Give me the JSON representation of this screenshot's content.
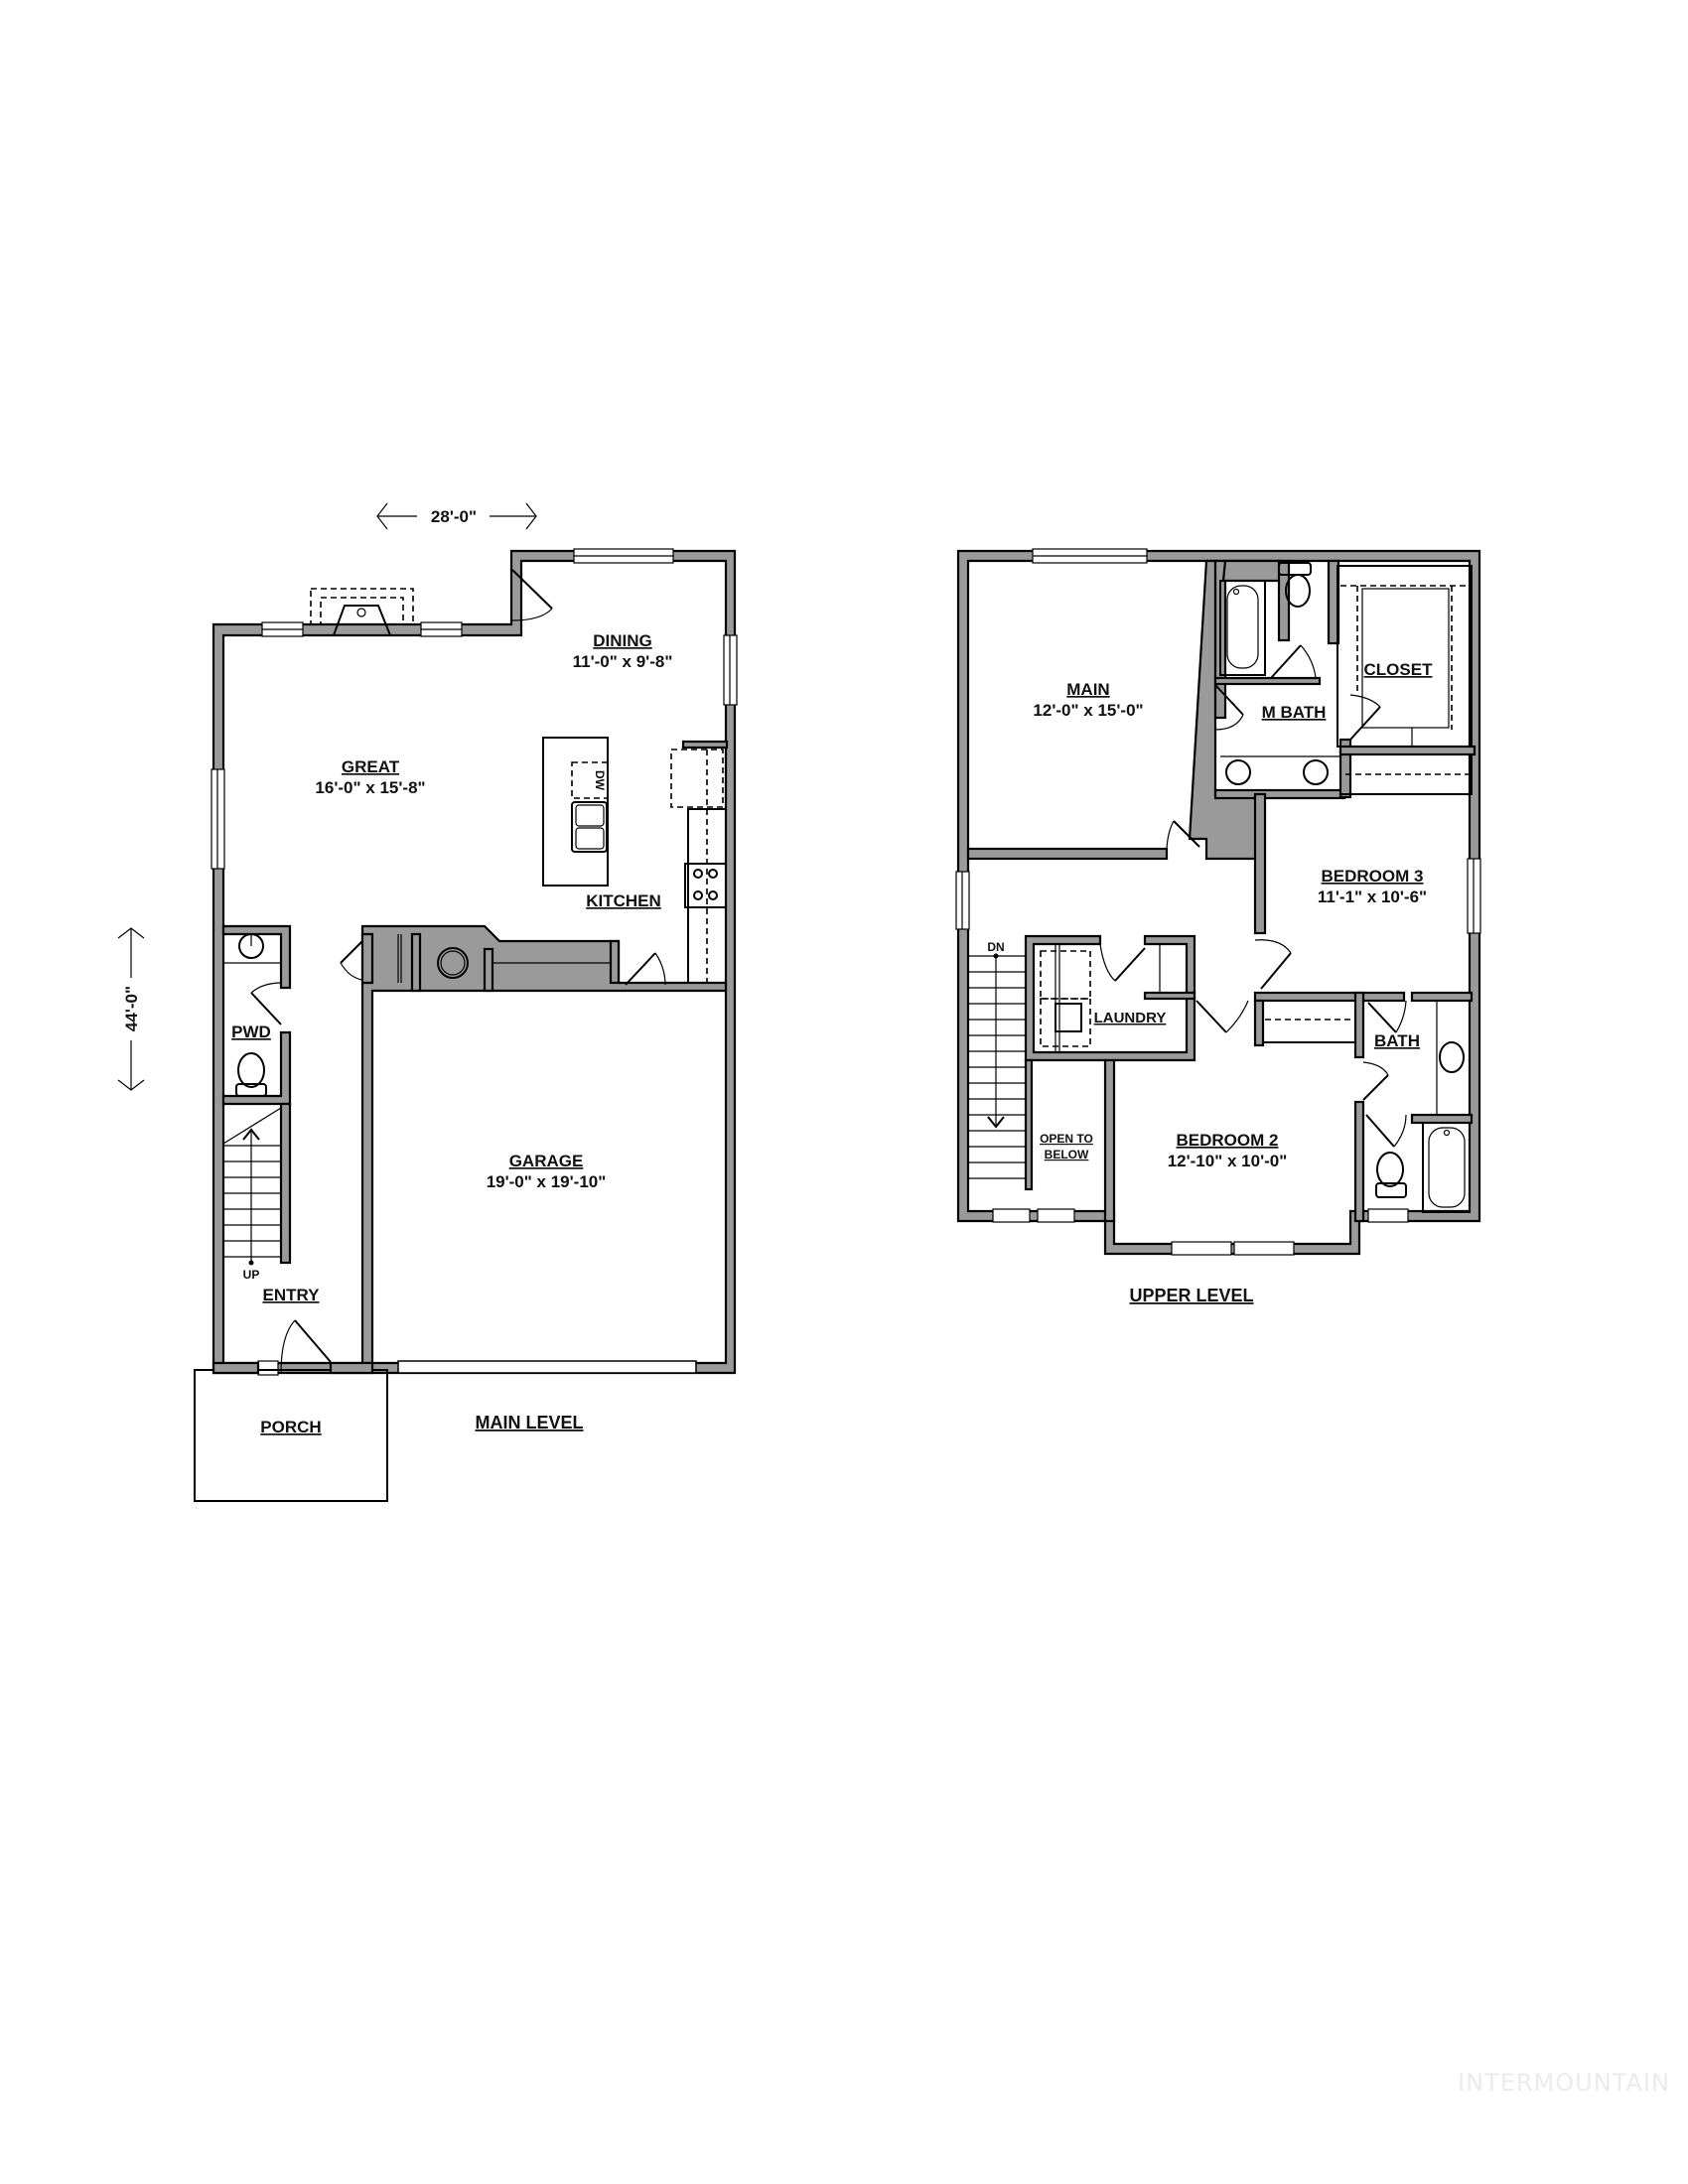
{
  "main_level": {
    "title": "MAIN LEVEL",
    "width_dimension": "28'-0\"",
    "depth_dimension": "44'-0\"",
    "rooms": {
      "great": {
        "name": "GREAT",
        "size": "16'-0\" x 15'-8\""
      },
      "dining": {
        "name": "DINING",
        "size": "11'-0\" x 9'-8\""
      },
      "kitchen": {
        "name": "KITCHEN"
      },
      "pwd": {
        "name": "PWD"
      },
      "entry": {
        "name": "ENTRY"
      },
      "garage": {
        "name": "GARAGE",
        "size": "19'-0\" x 19'-10\""
      },
      "porch": {
        "name": "PORCH"
      }
    },
    "fixtures": {
      "dishwasher": "DW",
      "stairs_up": "UP"
    }
  },
  "upper_level": {
    "title": "UPPER LEVEL",
    "rooms": {
      "main": {
        "name": "MAIN",
        "size": "12'-0\" x 15'-0\""
      },
      "m_bath": {
        "name": "M BATH"
      },
      "closet": {
        "name": "CLOSET"
      },
      "bedroom3": {
        "name": "BEDROOM 3",
        "size": "11'-1\" x 10'-6\""
      },
      "bedroom2": {
        "name": "BEDROOM 2",
        "size": "12'-10\" x 10'-0\""
      },
      "laundry": {
        "name": "LAUNDRY"
      },
      "bath": {
        "name": "BATH"
      },
      "open_to_below_1": "OPEN TO",
      "open_to_below_2": "BELOW"
    },
    "fixtures": {
      "stairs_down": "DN"
    }
  },
  "watermark": "INTERMOUNTAIN",
  "colors": {
    "wall": "#9a9a9a",
    "line": "#000000",
    "background": "#ffffff",
    "watermark": "#ebebeb"
  }
}
